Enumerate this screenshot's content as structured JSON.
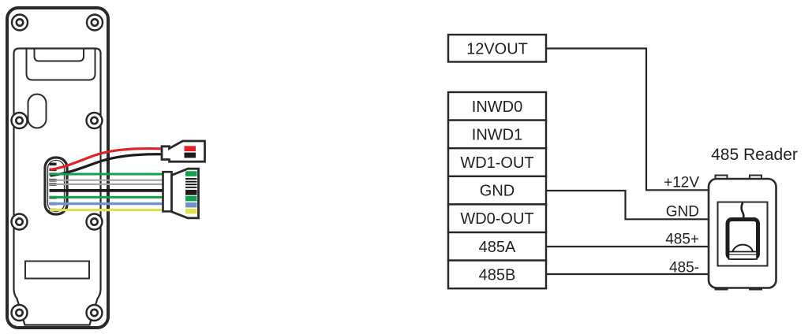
{
  "terminal_block": {
    "power": "12VOUT",
    "rows": [
      "INWD0",
      "INWD1",
      "WD1-OUT",
      "GND",
      "WD0-OUT",
      "485A",
      "485B"
    ]
  },
  "reader": {
    "label": "485 Reader",
    "pins": [
      "+12V",
      "GND",
      "485+",
      "485-"
    ]
  },
  "colors": {
    "line": "#262626",
    "wire_red": "#e02128",
    "wire_black": "#1c1c1c",
    "wire_green": "#12a14b",
    "wire_gray": "#a3a3a3",
    "wire_blue": "#6f92c9",
    "wire_yellow": "#dfe152"
  },
  "icons": {
    "screw": "screw-icon",
    "fingerprint_sensor": "fingerprint-sensor-icon"
  }
}
